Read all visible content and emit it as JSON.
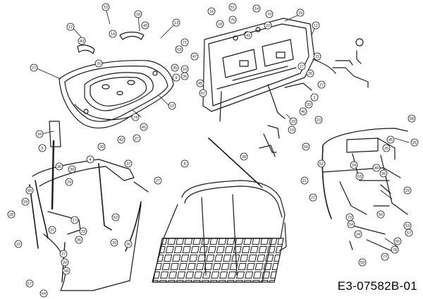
{
  "diagram": {
    "type": "exploded-parts-diagram",
    "drawing_number": "E3-07582B-01",
    "colors": {
      "line": "#1a1a1a",
      "background": "#ffffff"
    },
    "assemblies": [
      {
        "id": "seat-assembly",
        "callouts": [
          "13",
          "18",
          "43",
          "13",
          "27",
          "76",
          "43",
          "74",
          "41",
          "27",
          "42",
          "12",
          "12",
          "14"
        ]
      },
      {
        "id": "dashboard-assembly",
        "callouts": [
          "15",
          "21",
          "16",
          "18",
          "76",
          "22",
          "41",
          "51",
          "14",
          "70",
          "71",
          "47",
          "63",
          "35",
          "1",
          "46",
          "23",
          "23",
          "29",
          "19",
          "35",
          "9",
          "10",
          "17",
          "26",
          "27",
          "45",
          "11",
          "67"
        ]
      },
      {
        "id": "steering-rod",
        "callouts": [
          "38"
        ]
      },
      {
        "id": "right-frame-assembly",
        "callouts": [
          "50",
          "58",
          "25",
          "45",
          "63",
          "49",
          "62",
          "24",
          "25",
          "26",
          "21",
          "27",
          "23",
          "73",
          "54",
          "24",
          "56",
          "53",
          "57",
          "55",
          "78",
          "77",
          "59"
        ]
      },
      {
        "id": "seat-frame-assembly",
        "callouts": [
          "34",
          "5",
          "20",
          "20",
          "27",
          "37",
          "4",
          "39",
          "36",
          "29",
          "33",
          "17",
          "36",
          "21",
          "20",
          "36",
          "22",
          "62",
          "27",
          "57",
          "64",
          "20",
          "58",
          "60",
          "59"
        ]
      },
      {
        "id": "grass-catcher-basket",
        "callouts": [
          "8"
        ]
      }
    ]
  }
}
